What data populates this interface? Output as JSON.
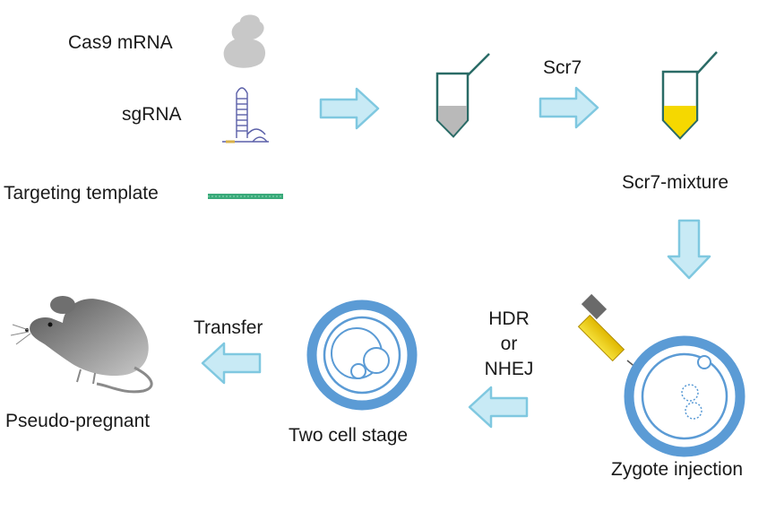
{
  "labels": {
    "cas9": "Cas9 mRNA",
    "sgrna": "sgRNA",
    "template": "Targeting template",
    "scr7": "Scr7",
    "mixture": "Scr7-mixture",
    "hdr": "HDR",
    "or": "or",
    "nhej": "NHEJ",
    "zygote": "Zygote injection",
    "two_cell": "Two cell stage",
    "transfer": "Transfer",
    "pseudo": "Pseudo-pregnant"
  },
  "colors": {
    "arrow_fill": "#c8eaf5",
    "arrow_stroke": "#7fc8e0",
    "tube_stroke": "#2a6b66",
    "tube_fill_grey": "#b9b9b9",
    "tube_fill_yellow": "#f5d800",
    "cell_blue": "#5b9bd5",
    "template_green": "#3aaa7a",
    "mouse_grey": "#8a8a8a"
  },
  "icons": [
    "cas9-blob-icon",
    "sgrna-hairpin-icon",
    "template-strand-icon",
    "tube-icon",
    "syringe-icon",
    "zygote-icon",
    "two-cell-icon",
    "mouse-icon"
  ]
}
